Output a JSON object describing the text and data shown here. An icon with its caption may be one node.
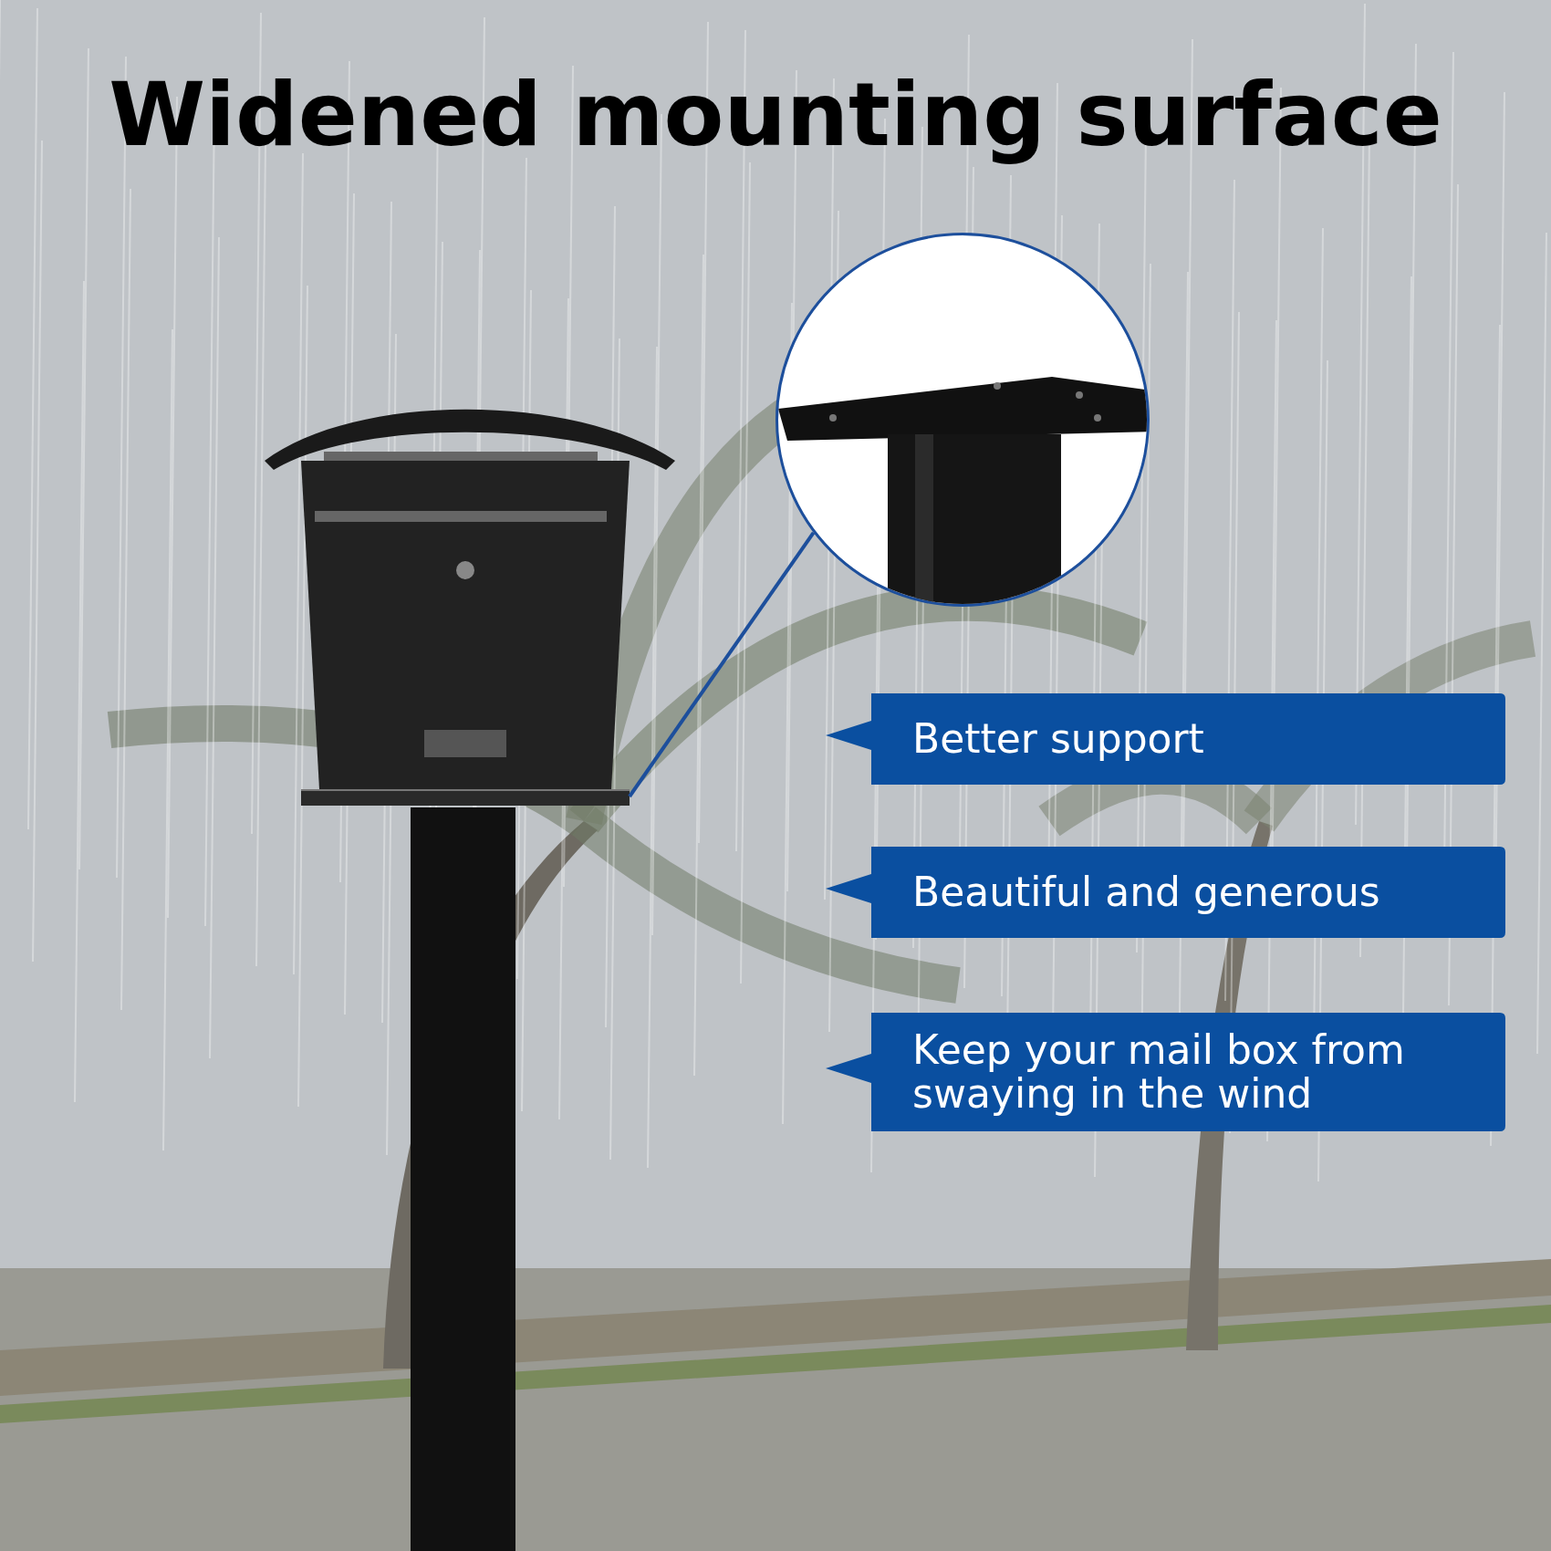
{
  "diagram": {
    "title": "Widened mounting surface",
    "nodes": [
      {
        "text": [],
        "shape": "bar"
      },
      {
        "text": [],
        "shape": "picture"
      },
      {
        "text": [
          "Better support"
        ]
      },
      {
        "text": [
          "Beautiful and generous"
        ]
      },
      {
        "text": [
          "Keep your mail box from swaying in the wind"
        ]
      }
    ],
    "edges": [
      {
        "from": 1,
        "to": 0,
        "arrow": "none"
      }
    ]
  }
}
